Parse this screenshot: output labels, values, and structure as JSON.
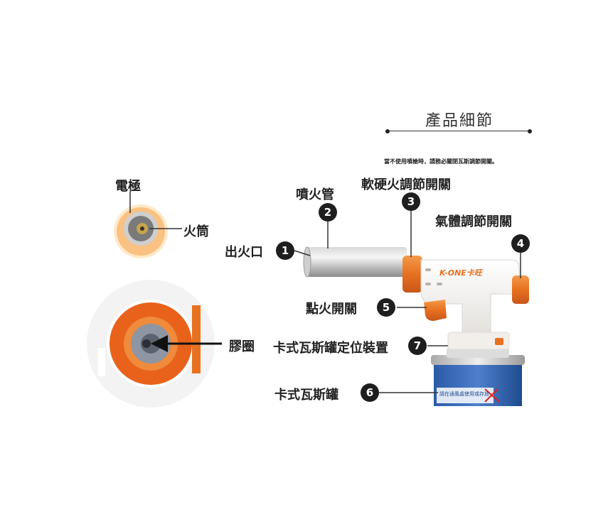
{
  "header": {
    "title": "產品細節",
    "note": "當不使用噴槍時，請務必關閉瓦斯調節開關。"
  },
  "brand": {
    "logo_text": "K-ONE卡旺"
  },
  "can": {
    "label_text": "請在通風處使用或存放"
  },
  "closeups": {
    "electrode_label": "電極",
    "barrel_label": "火筒",
    "gasket_label": "膠圈"
  },
  "parts": [
    {
      "number": "1",
      "label": "出火口"
    },
    {
      "number": "2",
      "label": "噴火管"
    },
    {
      "number": "3",
      "label": "軟硬火調節開關"
    },
    {
      "number": "4",
      "label": "氣體調節開關"
    },
    {
      "number": "5",
      "label": "點火開關"
    },
    {
      "number": "6",
      "label": "卡式瓦斯罐"
    },
    {
      "number": "7",
      "label": "卡式瓦斯罐定位裝置"
    }
  ],
  "colors": {
    "accent_orange": "#e8711f",
    "badge": "#1e1e1e",
    "body_white": "#f7f5f2",
    "can_blue": "#1f4b8f"
  }
}
